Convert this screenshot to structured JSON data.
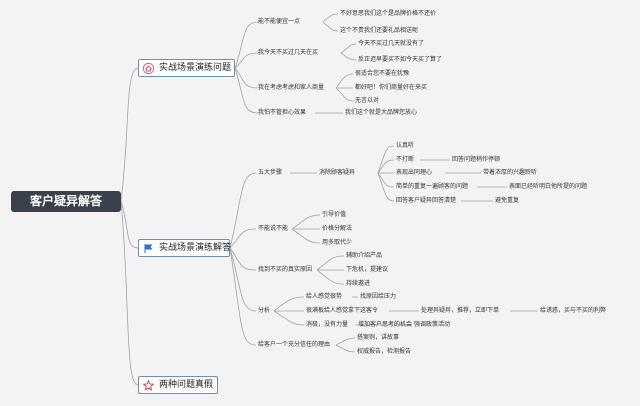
{
  "root": "客户疑异解答",
  "branches": [
    {
      "label": "实战场景演练问题",
      "icon": "house-icon"
    },
    {
      "label": "实战场景演练解答",
      "icon": "flag-icon"
    },
    {
      "label": "两种问题真假",
      "icon": "star-icon"
    }
  ],
  "b1": {
    "n1": "能不能便宜一点",
    "n1a": "不好意思我们这个是品牌价格不还价",
    "n1b": "这个不贵我们还要礼品相送呢",
    "n2": "我今天不买过几天在买",
    "n2a": "今天不买过几天就没有了",
    "n2b": "反正迟早要买不如今天买了算了",
    "n3": "我在考虑考虑和家人商量",
    "n3a": "很适合您不要在犹豫",
    "n3b": "都好吧！你们商量好在来买",
    "n3c": "无言以对",
    "n4": "我怕不管担心效果",
    "n4a": "我们这个就是大品牌您放心"
  },
  "b2": {
    "wu": "五大步骤",
    "qing": "消除顾客疑异",
    "q1": "认真听",
    "q2": "不打断",
    "q2a": "回答问题稍作停顿",
    "q3": "表现出同理心",
    "q3a": "带着浓厚的兴趣聆听",
    "q4": "简单的重复一遍顾客的问题",
    "q4a": "表面已经听明白他所提的问题",
    "q5": "回答客户疑异回答清楚",
    "q5a": "避免重复",
    "bu": "不能说不能",
    "bu1": "引导价值",
    "bu2": "价格分解法",
    "bu3": "用多取代少",
    "zhao": "找到不买的真实原因",
    "z1": "辅助介绍产品",
    "z2": "下危机，提建议",
    "z3": "持续邀进",
    "fx": "分析",
    "fx1": "给人感觉很势",
    "fx1a": "找原因给压力",
    "fx2": "很满板给人感觉拿下这客令",
    "fx2a": "处理异疑异，推荐，立即下单",
    "fx2b": "给诱惑，买与不买的利弊",
    "fx3": "消极，没有力量",
    "fx3a": "增加客户思考的机会",
    "fx3b": "强调政策活动",
    "gei": "给客户一个充分信任的理由",
    "g1": "搭案例，讲故事",
    "g2": "权威报告，检测报告"
  },
  "colors": {
    "canvas": "#f3f3f3",
    "root_fill": "#3b414c",
    "connector": "#9aa5a8",
    "branch_border": "#6b8fb8",
    "house_icon": "#d64b74",
    "flag_icon": "#2f6fd6",
    "star_icon": "#d93838"
  }
}
